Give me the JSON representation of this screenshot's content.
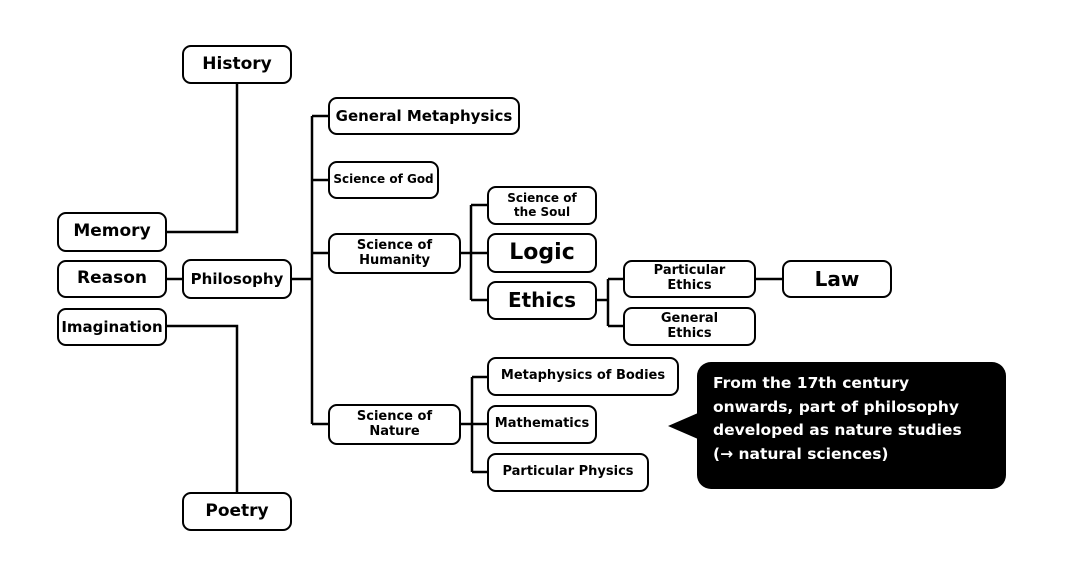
{
  "nodes": {
    "history": "History",
    "memory": "Memory",
    "reason": "Reason",
    "imagination": "Imagination",
    "poetry": "Poetry",
    "philosophy": "Philosophy",
    "general_metaphysics": "General Metaphysics",
    "science_of_god": "Science of God",
    "science_of_humanity": "Science of\nHumanity",
    "science_of_nature": "Science of\nNature",
    "science_of_the_soul": "Science of\nthe Soul",
    "logic": "Logic",
    "ethics": "Ethics",
    "particular_ethics": "Particular\nEthics",
    "general_ethics": "General\nEthics",
    "law": "Law",
    "metaphysics_of_bodies": "Metaphysics of Bodies",
    "mathematics": "Mathematics",
    "particular_physics": "Particular Physics"
  },
  "callout": {
    "text": "From the 17th century\nonwards, part of philosophy\ndeveloped as nature studies\n(→ natural sciences)"
  },
  "colors": {
    "line": "#000000",
    "box_border": "#000000",
    "callout_bg": "#000000",
    "callout_text": "#ffffff"
  }
}
